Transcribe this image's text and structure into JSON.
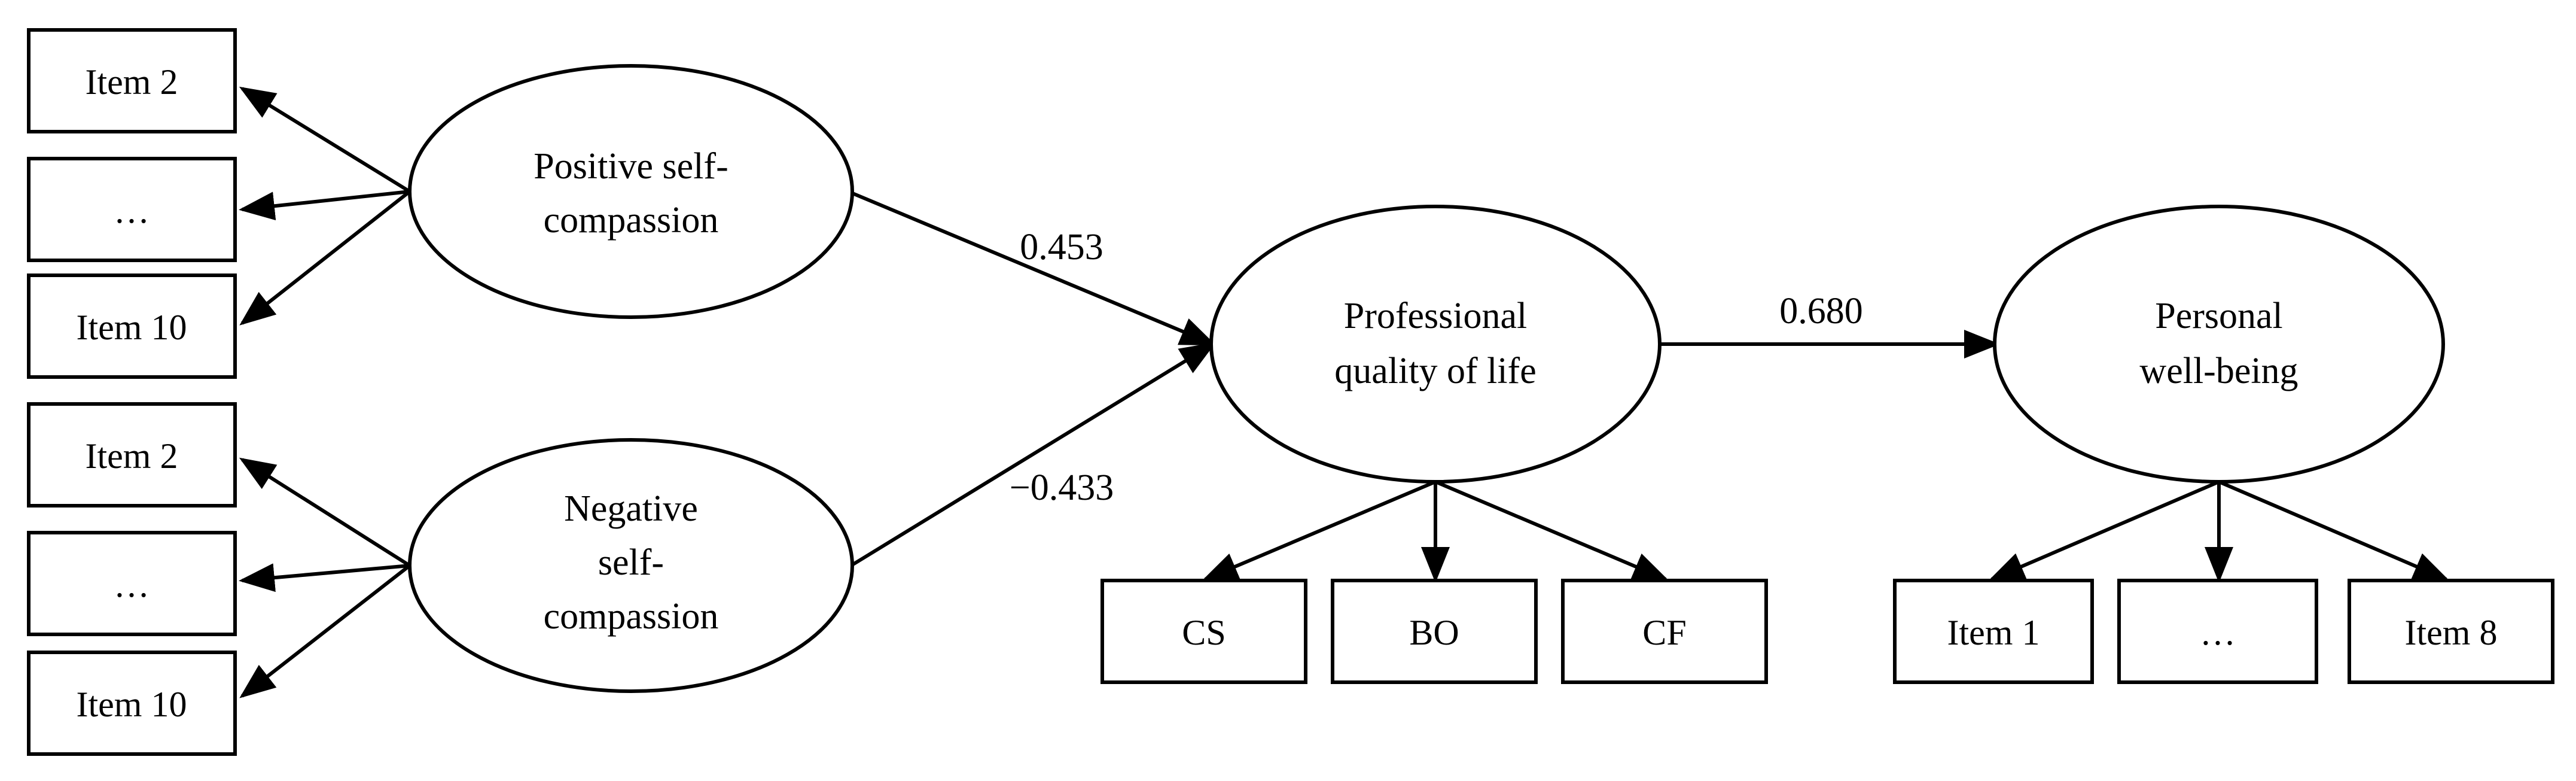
{
  "diagram": {
    "latents": {
      "positive": {
        "lines": [
          "Positive self-",
          "compassion"
        ]
      },
      "negative": {
        "lines": [
          "Negative",
          "self-",
          "compassion"
        ]
      },
      "proqol": {
        "lines": [
          "Professional",
          "quality of life"
        ]
      },
      "wellbeing": {
        "lines": [
          "Personal",
          "well-being"
        ]
      }
    },
    "indicators": {
      "pos_item2": "Item 2",
      "pos_dots": "…",
      "pos_item10": "Item 10",
      "neg_item2": "Item 2",
      "neg_dots": "…",
      "neg_item10": "Item 10",
      "cs": "CS",
      "bo": "BO",
      "cf": "CF",
      "wb_item1": "Item 1",
      "wb_dots": "…",
      "wb_item8": "Item 8"
    },
    "paths": {
      "positive_to_proqol": "0.453",
      "negative_to_proqol": "−0.433",
      "proqol_to_wellbeing": "0.680"
    }
  }
}
